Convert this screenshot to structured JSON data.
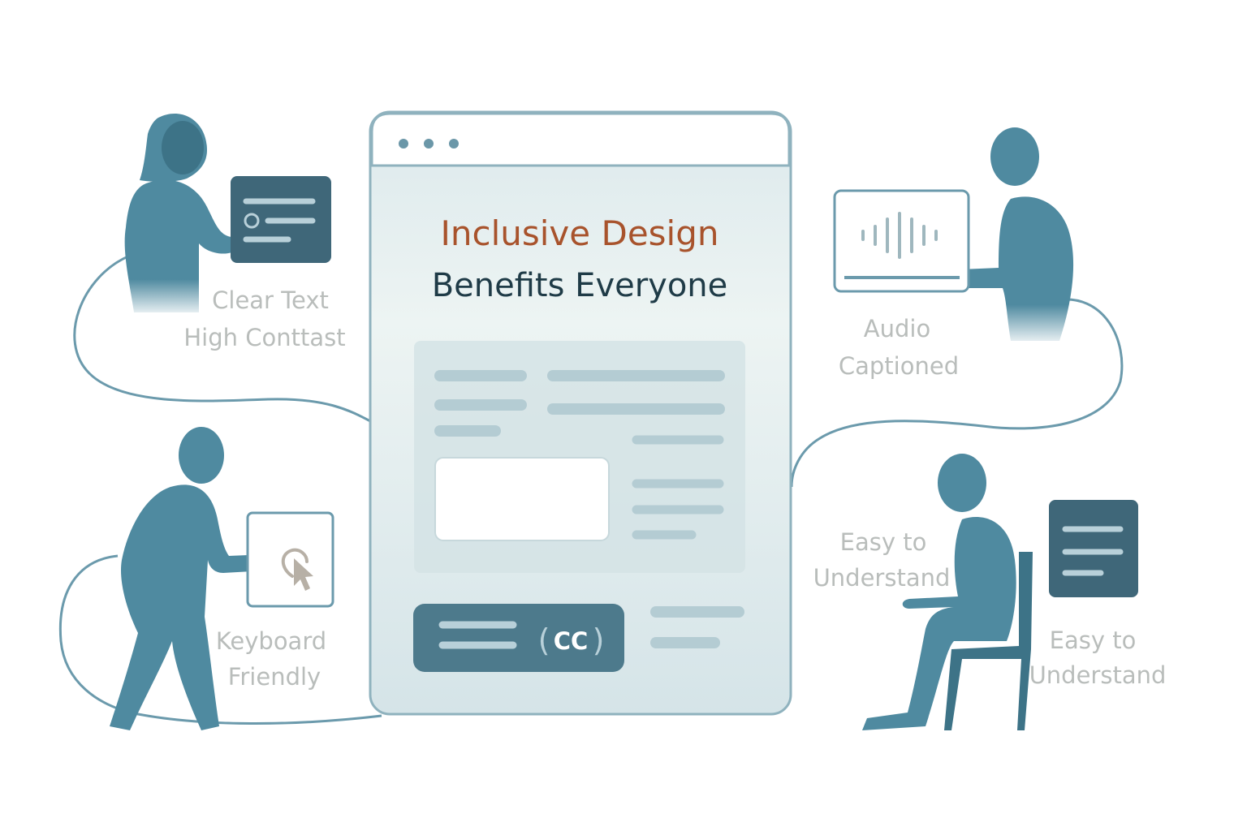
{
  "window": {
    "title_line1": "Inclusive Design",
    "title_line2": "Benefits Everyone",
    "caption_button": "CC"
  },
  "labels": {
    "top_left": [
      "Clear Text",
      "High Conttast"
    ],
    "top_right": [
      "Audio",
      "Captioned"
    ],
    "bottom_left": [
      "Keyboard",
      "Friendly"
    ],
    "bottom_right_mid": [
      "Easy to",
      "Understand"
    ],
    "bottom_right": [
      "Easy to",
      "Understand"
    ]
  },
  "colors": {
    "figure": "#4f8aa0",
    "figure_dark": "#3d7387",
    "panel_dark": "#3f6779",
    "line": "#6b9aac",
    "title_accent": "#a8532c",
    "title_dark": "#1f3b47",
    "label_gray": "#b9bdbb"
  },
  "icons": {
    "window_dots": "three-dots-icon",
    "text_card": "text-lines-icon",
    "audio": "sound-wave-icon",
    "pointer": "cursor-click-icon",
    "document": "document-lines-icon",
    "captions": "closed-captions-icon"
  }
}
